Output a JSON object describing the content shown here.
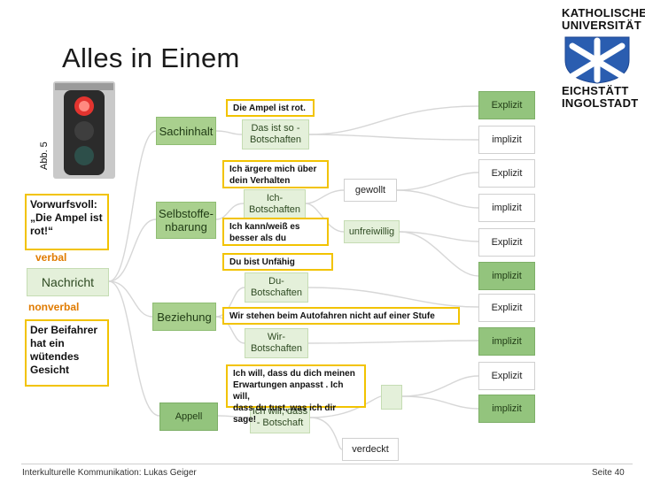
{
  "title": "Alles in Einem",
  "logo": {
    "line1": "KATHOLISCHE",
    "line2": "UNIVERSITÄT",
    "line3": "EICHSTÄTT",
    "line4": "INGOLSTADT"
  },
  "figure_label": "Abb. 5",
  "nodes": {
    "nachricht": "Nachricht",
    "sachinhalt": "Sachinhalt",
    "selbstoffe": "Selbstoffe-\nnbarung",
    "beziehung": "Beziehung",
    "appell": "Appell",
    "das_ist_so": "Das ist so -\nBotschaften",
    "ich_botschaften": "Ich-\nBotschaften",
    "du_botschaften": "Du-\nBotschaften",
    "wir_botschaften": "Wir-\nBotschaften",
    "ich_will": "Ich will, dass\n- Botschaft",
    "gewollt": "gewollt",
    "unfreiwillig": "unfreiwillig",
    "verdeckt": "verdeckt",
    "r1": "Explizit",
    "r2": "implizit",
    "r3": "Explizit",
    "r4": "implizit",
    "r5": "Explizit",
    "r6": "implizit",
    "r7": "Explizit",
    "r8": "implizit",
    "r9": "Explizit",
    "r10": "implizit"
  },
  "callouts": {
    "ampel_rot": "Die Ampel ist rot.",
    "aergere": "Ich ärgere mich über\ndein Verhalten",
    "kann": "Ich kann/weiß es\nbesser als du",
    "unfaehig": "Du bist Unfähig",
    "wir": "Wir stehen beim Autofahren nicht auf einer Stufe",
    "will": "Ich will, dass du dich meinen\nErwartungen anpasst . Ich will,\ndass du tust, was ich dir sage!",
    "vorwurf": "Vorwurfsvoll:\n„Die Ampel ist\nrot!“",
    "beifahrer": "Der Beifahrer\nhat ein\nwütendes\nGesicht"
  },
  "labels": {
    "verbal": "verbal",
    "nonverbal": "nonverbal"
  },
  "footer": {
    "left": "Interkulturelle Kommunikation: Lukas Geiger",
    "right": "Seite 40"
  }
}
